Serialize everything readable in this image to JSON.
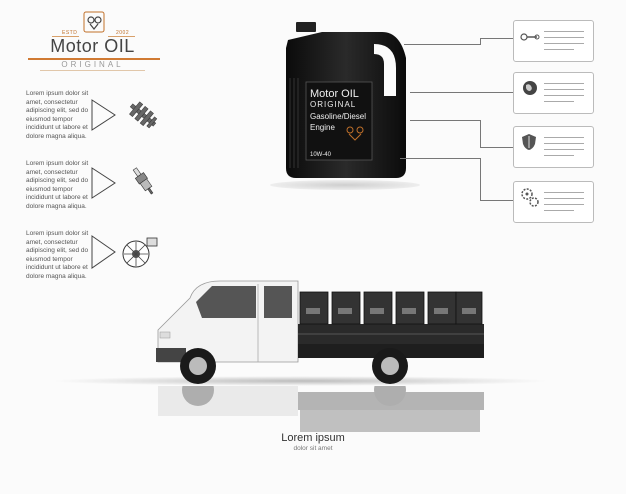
{
  "brand": {
    "est": "ESTD",
    "year": "2002",
    "title": "Motor OIL",
    "subtitle": "ORIGINAL"
  },
  "features": [
    {
      "text_lines": [
        "Lorem ipsum dolor sit",
        "amet, consectetur",
        "adipiscing elit, sed do",
        "eiusmod tempor",
        "incididunt ut labore et",
        "dolore magna aliqua."
      ],
      "icon": "crankshaft-icon"
    },
    {
      "text_lines": [
        "Lorem ipsum dolor sit",
        "amet, consectetur",
        "adipiscing elit, sed do",
        "eiusmod tempor",
        "incididunt ut labore et",
        "dolore magna aliqua."
      ],
      "icon": "spark-plug-icon"
    },
    {
      "text_lines": [
        "Lorem ipsum dolor sit",
        "amet, consectetur",
        "adipiscing elit, sed do",
        "eiusmod tempor",
        "incididunt ut labore et",
        "dolore magna aliqua."
      ],
      "icon": "turbo-icon"
    }
  ],
  "bottle": {
    "line1": "Motor OIL",
    "line2": "ORIGINAL",
    "line3": "Gasoline/Diesel",
    "line4": "Engine",
    "grade": "10W-40"
  },
  "cards": [
    {
      "icon": "wrench-icon"
    },
    {
      "icon": "globe-icon"
    },
    {
      "icon": "shield-icon"
    },
    {
      "icon": "gears-icon"
    }
  ],
  "footer": {
    "title": "Lorem ipsum",
    "subtitle": "dolor sit amet"
  },
  "colors": {
    "accent": "#c0702a",
    "dark": "#1a1a1a"
  }
}
